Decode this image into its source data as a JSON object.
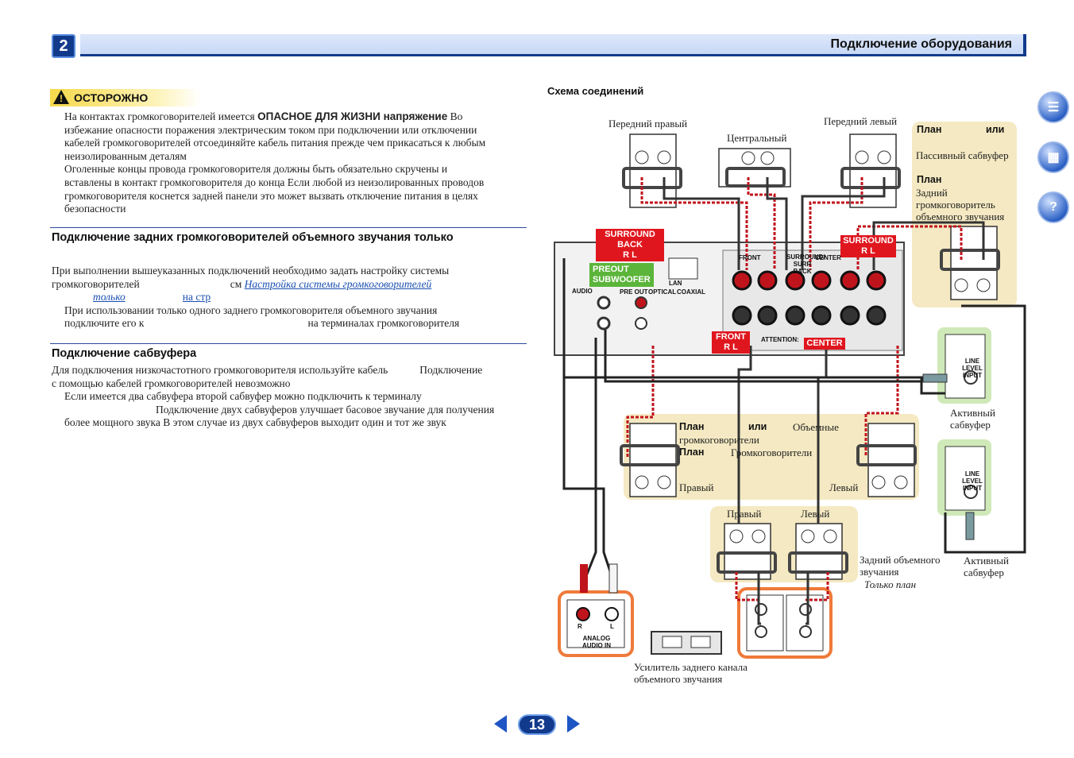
{
  "header": {
    "chapter": "2",
    "title": "Подключение оборудования"
  },
  "caution": {
    "label": "ОСТОРОЖНО",
    "p1_a": "На контактах громкоговорителей имеется",
    "p1_bold": "ОПАСНОЕ ДЛЯ ЖИЗНИ напряжение",
    "p1_b": "Во",
    "p1_line2": "избежание опасности поражения электрическим током при подключении или отключении",
    "p1_line3": "кабелей громкоговорителей отсоединяйте кабель питания  прежде чем прикасаться к любым",
    "p1_line4": "неизолированным деталям",
    "p2_line1": "Оголенные концы провода громкоговорителя должны быть обязательно скручены и",
    "p2_line2": "вставлены в контакт громкоговорителя до конца  Если любой из неизолированных проводов",
    "p2_line3": "громкоговорителя коснется задней панели  это может вызвать отключение питания в целях",
    "p2_line4": "безопасности"
  },
  "section_rear": {
    "heading": "Подключение задних громкоговорителей объемного звучания  только",
    "l1": "При выполнении вышеуказанных подключений  необходимо задать настройку системы",
    "l2_a": "громкоговорителей",
    "l2_b": "см",
    "l2_link": "Настройка системы громкоговорителей",
    "l3_link": "только",
    "l3_b": "на стр",
    "l4": "При использовании только одного заднего громкоговорителя объемного звучания",
    "l5_a": "подключите его к",
    "l5_b": "на терминалах громкоговорителя"
  },
  "section_sub": {
    "heading": "Подключение сабвуфера",
    "l1_a": "Для подключения низкочастотного громкоговорителя используйте кабель",
    "l1_b": "Подключение",
    "l2": "с помощью кабелей громкоговорителей невозможно",
    "l3": "Если имеется два сабвуфера  второй сабвуфер можно подключить к терминалу",
    "l4": "Подключение двух сабвуферов улучшает басовое звучание для получения",
    "l5": "более мощного звука  В этом случае  из двух сабвуферов выходит один и тот же звук"
  },
  "diagram": {
    "title": "Схема соединений",
    "front_right": "Передний правый",
    "center": "Центральный",
    "front_left": "Передний левый",
    "plan_a": "План",
    "or_a": "или",
    "passive_sub": "Пассивный сабвуфер",
    "plan_b": "План",
    "surr_back_l1": "Задний",
    "surr_back_l2": "громкоговоритель",
    "surr_back_l3": "объемного звучания",
    "tag_surround_back": "SURROUND BACK",
    "tag_rl": "R    L",
    "tag_surround": "SURROUND",
    "tag_front": "FRONT",
    "tag_center": "CENTER",
    "tag_preout": "PREOUT",
    "tag_subwoofer": "SUBWOOFER",
    "line_level": "LINE LEVEL",
    "input": "INPUT",
    "active_sub_l1": "Активный",
    "active_sub_l2": "сабвуфер",
    "plan_c": "План",
    "or_c": "или",
    "surround_speakers": "Объемные",
    "speakers_word": "громкоговорители",
    "plan_d": "План",
    "speakers_d": "Громкоговорители",
    "right": "Правый",
    "left": "Левый",
    "right2": "Правый",
    "left2": "Левый",
    "surr_back2_l1": "Задний объемного",
    "surr_back2_l2": "звучания",
    "only_plan": "Только план",
    "analog_l1": "ANALOG",
    "analog_l2": "AUDIO IN",
    "r": "R",
    "l": "L",
    "amp_l1": "Усилитель заднего канала",
    "amp_l2": "объемного звучания",
    "panel_front": "FRONT",
    "panel_surr": "SURROUND/ SURR BACK",
    "panel_center": "CENTER",
    "panel_lan": "LAN",
    "panel_audio": "AUDIO",
    "panel_optical": "OPTICAL",
    "panel_coaxial": "COAXIAL",
    "panel_preout": "PRE OUT",
    "panel_attention": "ATTENTION:"
  },
  "pagination": {
    "page": "13"
  },
  "colors": {
    "brand_blue": "#123a8c",
    "warning_yellow": "#f6d84a",
    "wire_red": "#c0141c",
    "plan_bg": "#f4e9c2",
    "sub_green": "#cfe9b8",
    "amp_orange": "#ee7a3a"
  }
}
